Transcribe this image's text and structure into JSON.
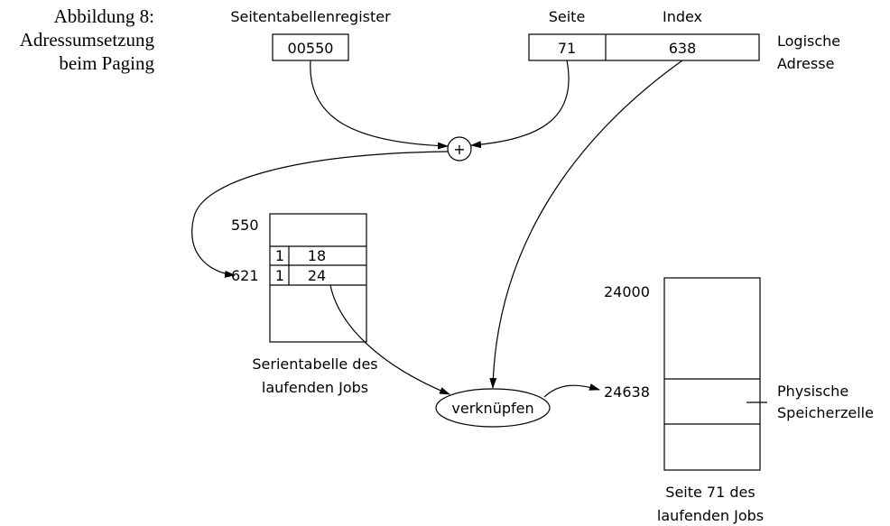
{
  "caption": {
    "line1": "Abbildung 8:",
    "line2": "Adressumsetzung",
    "line3": "beim Paging"
  },
  "register": {
    "title": "Seitentabellenregister",
    "value": "00550"
  },
  "logical_address": {
    "page_header": "Seite",
    "index_header": "Index",
    "page_value": "71",
    "index_value": "638",
    "label_line1": "Logische",
    "label_line2": "Adresse"
  },
  "adder": {
    "symbol": "+"
  },
  "page_table": {
    "start_address": "550",
    "row_address": "621",
    "rows": [
      {
        "flag": "1",
        "frame": "18"
      },
      {
        "flag": "1",
        "frame": "24"
      }
    ],
    "label_line1": "Serientabelle des",
    "label_line2": "laufenden Jobs"
  },
  "combine": {
    "label": "verknüpfen"
  },
  "physical_page": {
    "start_address": "24000",
    "target_address": "24638",
    "cell_label_line1": "Physische",
    "cell_label_line2": "Speicherzelle",
    "label_line1": "Seite 71 des",
    "label_line2": "laufenden Jobs"
  }
}
